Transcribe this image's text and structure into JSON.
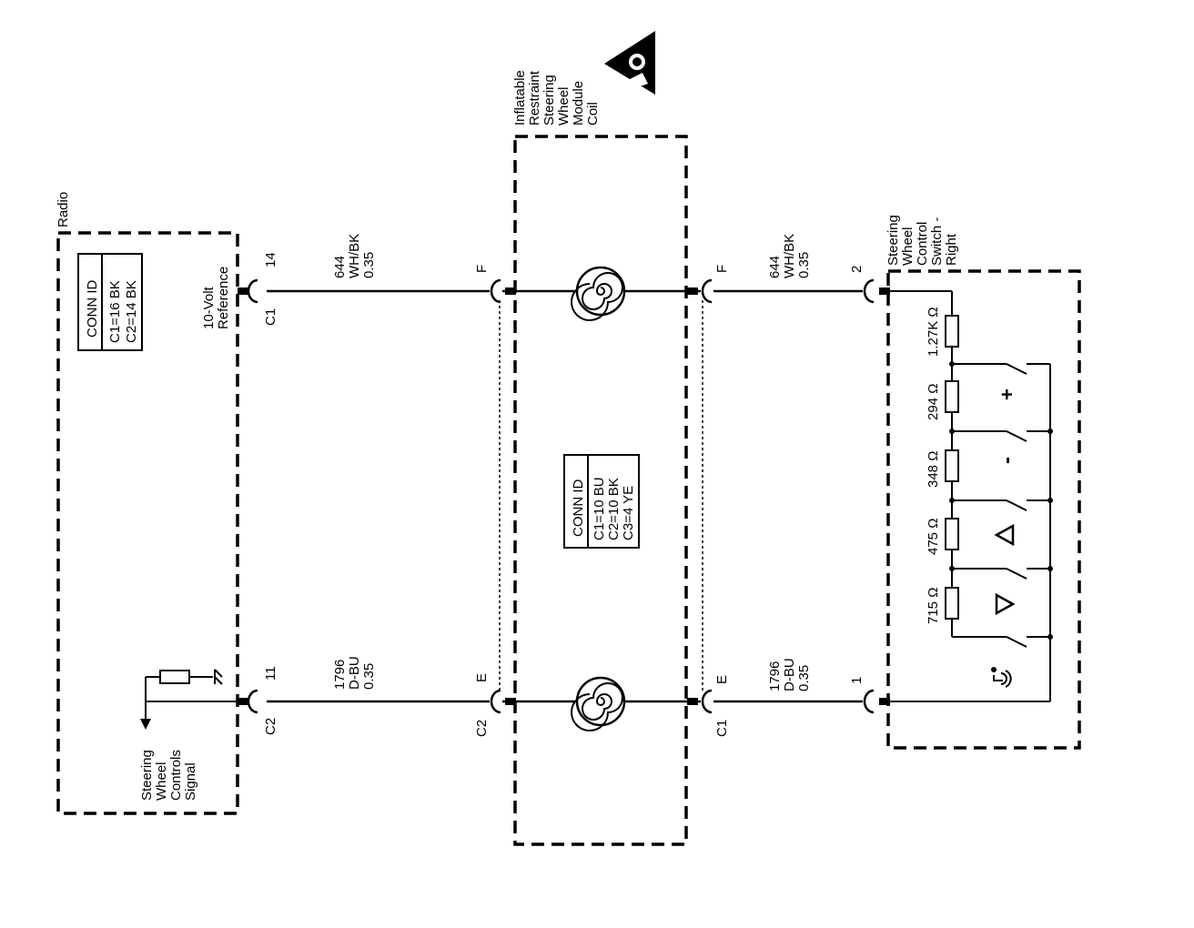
{
  "radio": {
    "title": "Radio",
    "conn_id": {
      "header": "CONN ID",
      "line1": "C1=16 BK",
      "line2": "C2=14 BK"
    },
    "ref_label_line1": "10-Volt",
    "ref_label_line2": "Reference",
    "signal_label": [
      "Steering",
      "Wheel",
      "Controls",
      "Signal"
    ],
    "c1": "C1",
    "c2": "C2",
    "pin_top": "14",
    "pin_bottom": "11"
  },
  "coil": {
    "title": [
      "Inflatable",
      "Restraint",
      "Steering",
      "Wheel",
      "Module",
      "Coil"
    ],
    "conn_id": {
      "header": "CONN ID",
      "line1": "C1=10 BU",
      "line2": "C2=10 BK",
      "line3": "C3=4 YE"
    },
    "pin_f_left": "F",
    "pin_e_left": "E",
    "c2_left": "C2",
    "pin_f_right": "F",
    "pin_e_right": "E",
    "c1_right": "C1"
  },
  "wires": {
    "top_left": {
      "circuit": "644",
      "color": "WH/BK",
      "gauge": "0.35"
    },
    "bottom_left": {
      "circuit": "1796",
      "color": "D-BU",
      "gauge": "0.35"
    },
    "top_right": {
      "circuit": "644",
      "color": "WH/BK",
      "gauge": "0.35"
    },
    "bottom_right": {
      "circuit": "1796",
      "color": "D-BU",
      "gauge": "0.35"
    }
  },
  "switch": {
    "title": [
      "Steering",
      "Wheel",
      "Control",
      "Switch -",
      "Right"
    ],
    "pin_top": "2",
    "pin_bottom": "1",
    "resistors": [
      "1.27K Ω",
      "294 Ω",
      "348 Ω",
      "475 Ω",
      "715 Ω"
    ],
    "sym_plus": "+",
    "sym_minus": "-"
  },
  "icons": {
    "warning": "airbag-warning-icon",
    "voice": "voice-command-icon",
    "ground": "ground-icon"
  }
}
